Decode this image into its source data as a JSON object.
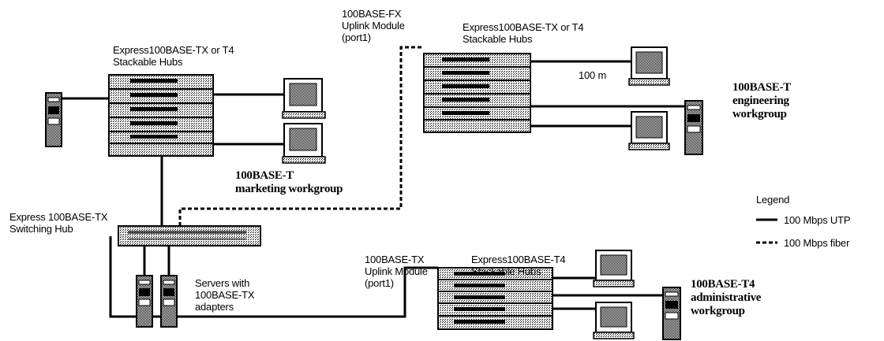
{
  "labels": {
    "hub_left": [
      "Express100BASE-TX or T4",
      "Stackable Hubs"
    ],
    "fx_module": [
      "100BASE-FX",
      "Uplink Module",
      "(port1)"
    ],
    "hub_right": [
      "Express100BASE-TX or T4",
      "Stackable Hubs"
    ],
    "distance": "100 m",
    "engineering": [
      "100BASE-T",
      "engineering",
      "workgroup"
    ],
    "marketing": [
      "100BASE-T",
      "marketing workgroup"
    ],
    "switching_hub": [
      "Express 100BASE-TX",
      "Switching Hub"
    ],
    "tx_module": [
      "100BASE-TX",
      "Uplink Module",
      "(port1)"
    ],
    "hub_t4": [
      "Express100BASE-T4",
      "Stackable Hubs"
    ],
    "servers": [
      "Servers with",
      "100BASE-TX",
      "adapters"
    ],
    "administrative": [
      "100BASE-T4",
      "administrative",
      "workgroup"
    ]
  },
  "legend": {
    "title": "Legend",
    "items": [
      {
        "style": "solid",
        "label": "100 Mbps UTP"
      },
      {
        "style": "dashed",
        "label": "100 Mbps fiber"
      }
    ]
  }
}
